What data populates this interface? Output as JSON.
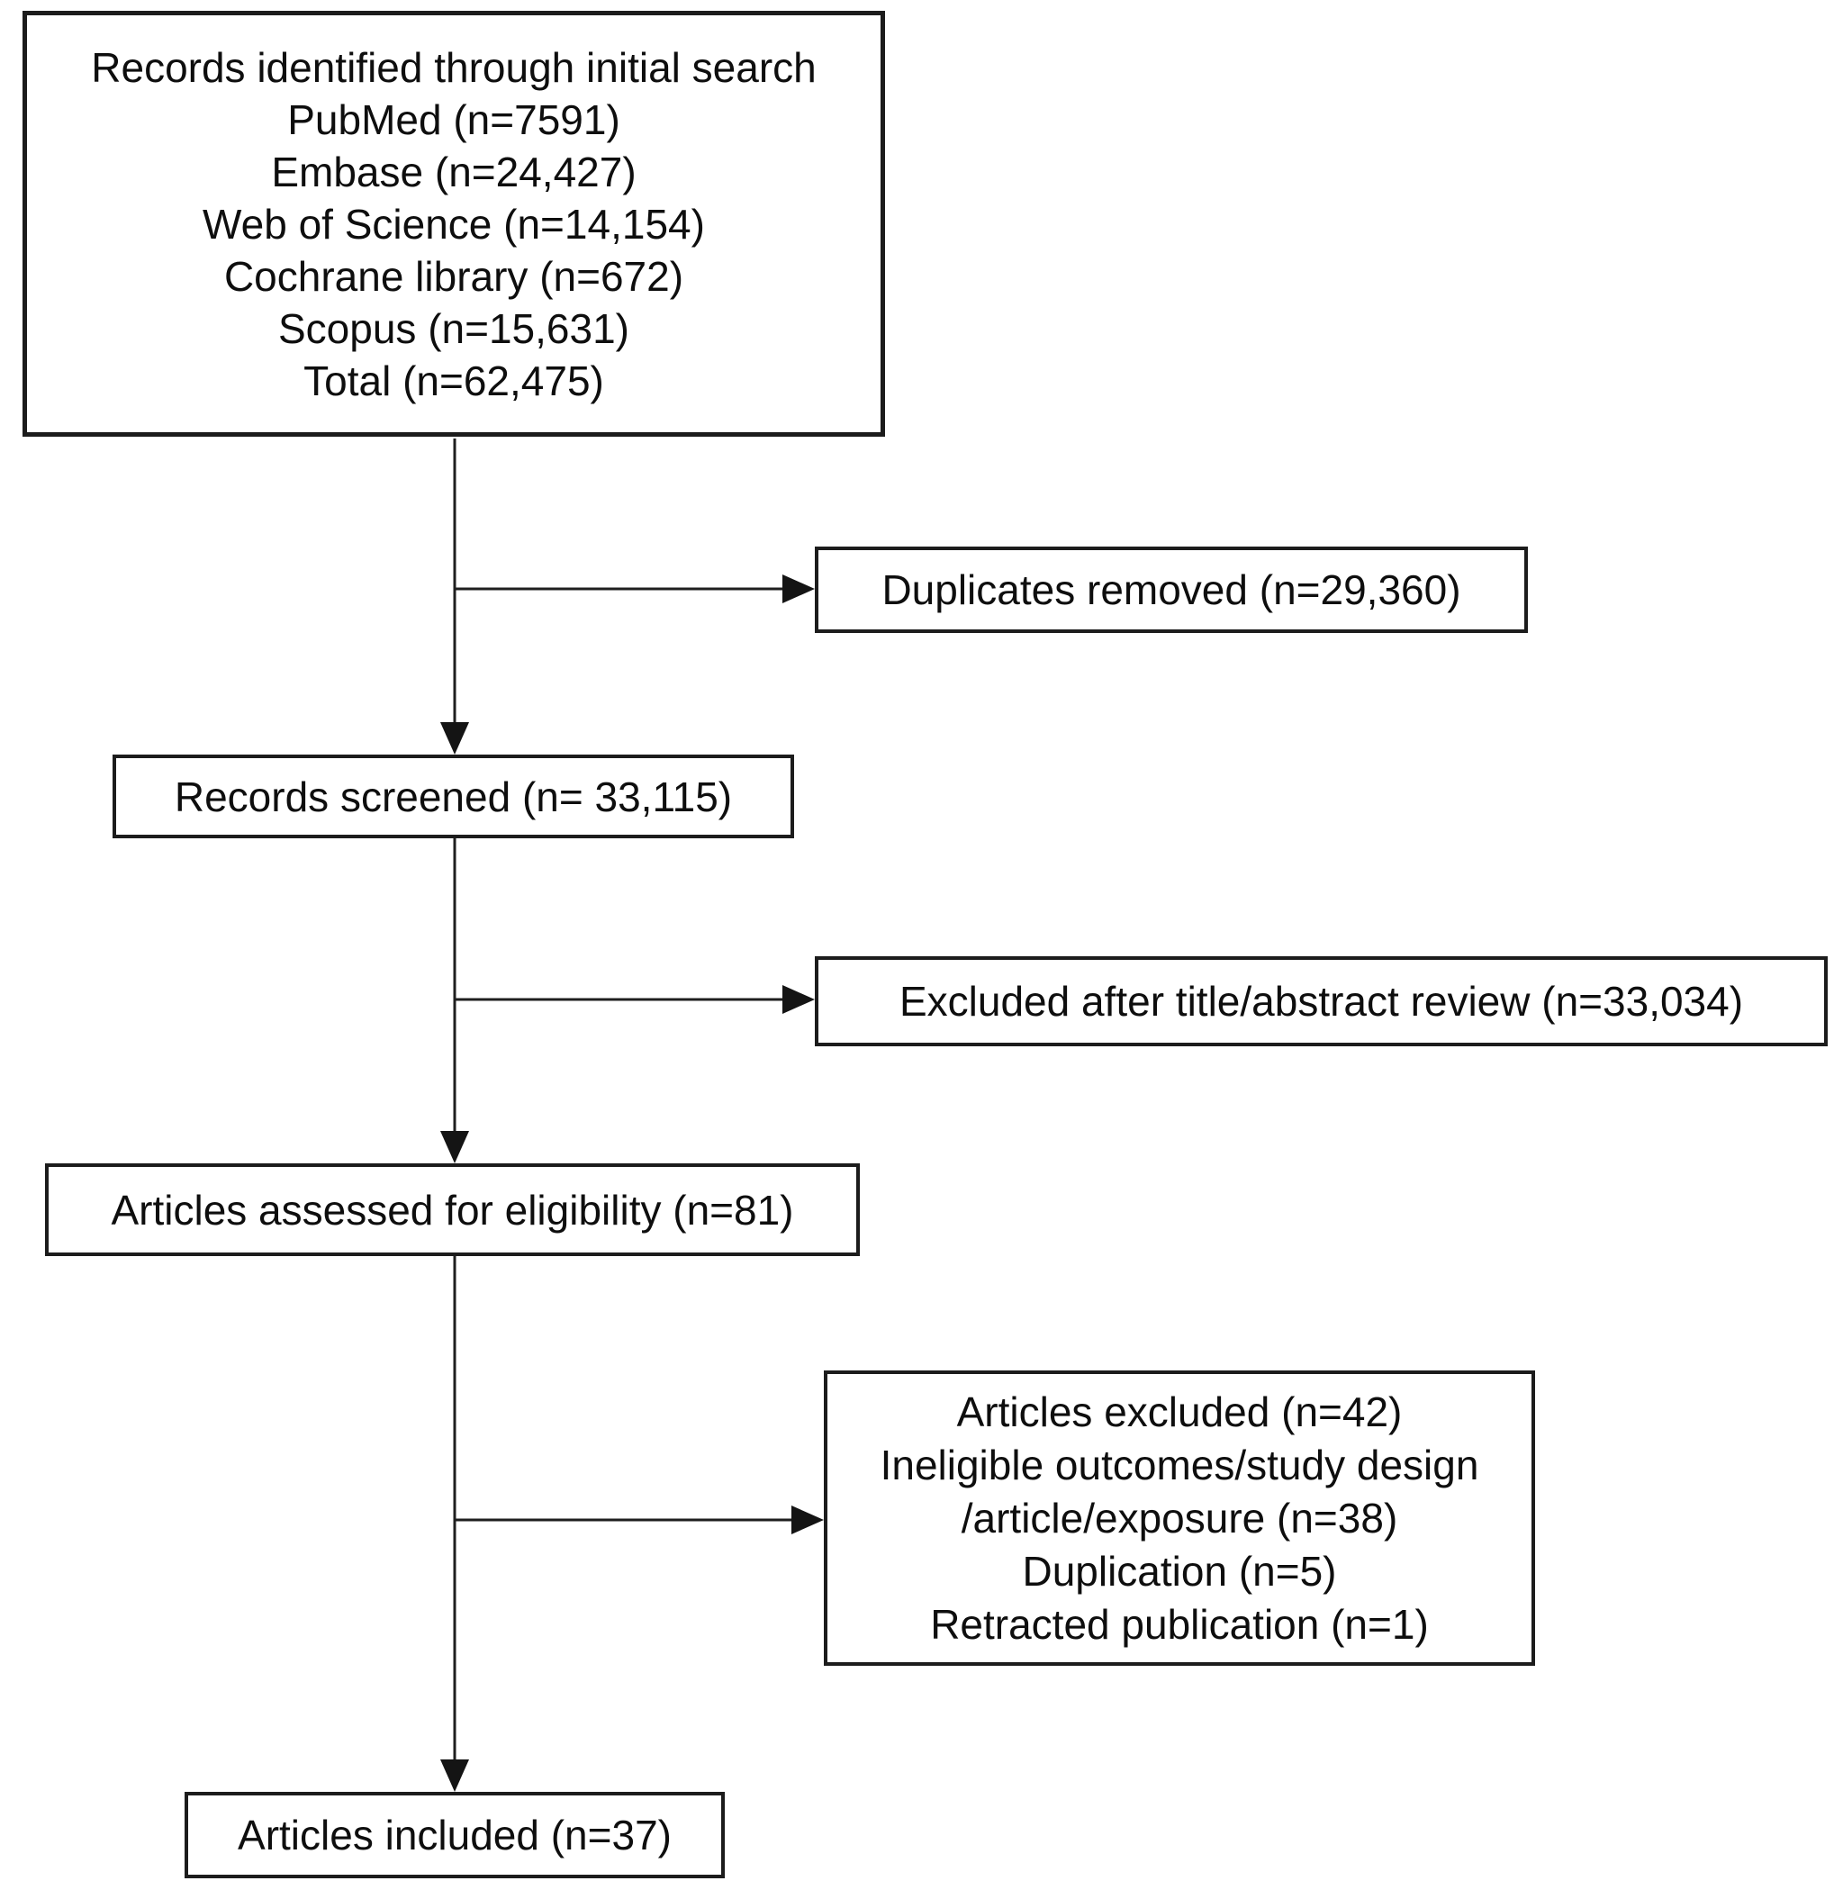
{
  "diagram": {
    "kind": "prisma-flow",
    "colors": {
      "background": "#ffffff",
      "box_fill": "#ffffff",
      "box_border": "#1c1c1c",
      "text": "#0e0e0e",
      "arrow": "#1f1f1f"
    },
    "boxes": {
      "identification": {
        "lines": [
          "Records identified through initial search",
          "PubMed (n=7591)",
          "Embase (n=24,427)",
          "Web of Science (n=14,154)",
          "Cochrane library (n=672)",
          "Scopus (n=15,631)",
          "Total (n=62,475)"
        ]
      },
      "duplicates_removed": {
        "label": "Duplicates removed (n=29,360)"
      },
      "records_screened": {
        "label": "Records screened (n= 33,115)"
      },
      "excluded_title_abstract": {
        "label": "Excluded after title/abstract review (n=33,034)"
      },
      "assessed_eligibility": {
        "label": "Articles assessed for eligibility (n=81)"
      },
      "articles_excluded": {
        "lines": [
          "Articles excluded (n=42)",
          "Ineligible outcomes/study design",
          "/article/exposure (n=38)",
          "Duplication (n=5)",
          "Retracted publication (n=1)"
        ]
      },
      "articles_included": {
        "label": "Articles included (n=37)"
      }
    }
  }
}
